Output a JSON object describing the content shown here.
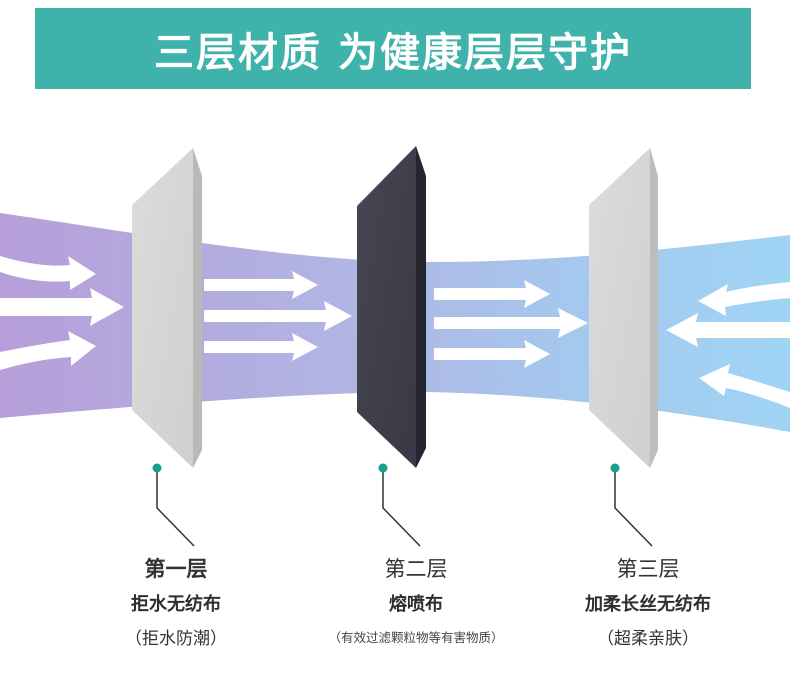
{
  "banner": {
    "title": "三层材质 为健康层层守护",
    "color": "#3fb2ab"
  },
  "colors": {
    "flow_left": "#b79ed9",
    "flow_right": "#9fd2f3",
    "filter_light": "#d8d8d8",
    "filter_dark": "#3e3e4a",
    "marker": "#14a08a"
  },
  "layers": [
    {
      "title": "第一层",
      "material": "拒水无纺布",
      "note": "（拒水防潮）"
    },
    {
      "title": "第二层",
      "material": "熔喷布",
      "note": "（有效过滤颗粒物等有害物质）"
    },
    {
      "title": "第三层",
      "material": "加柔长丝无纺布",
      "note": "（超柔亲肤）"
    }
  ]
}
